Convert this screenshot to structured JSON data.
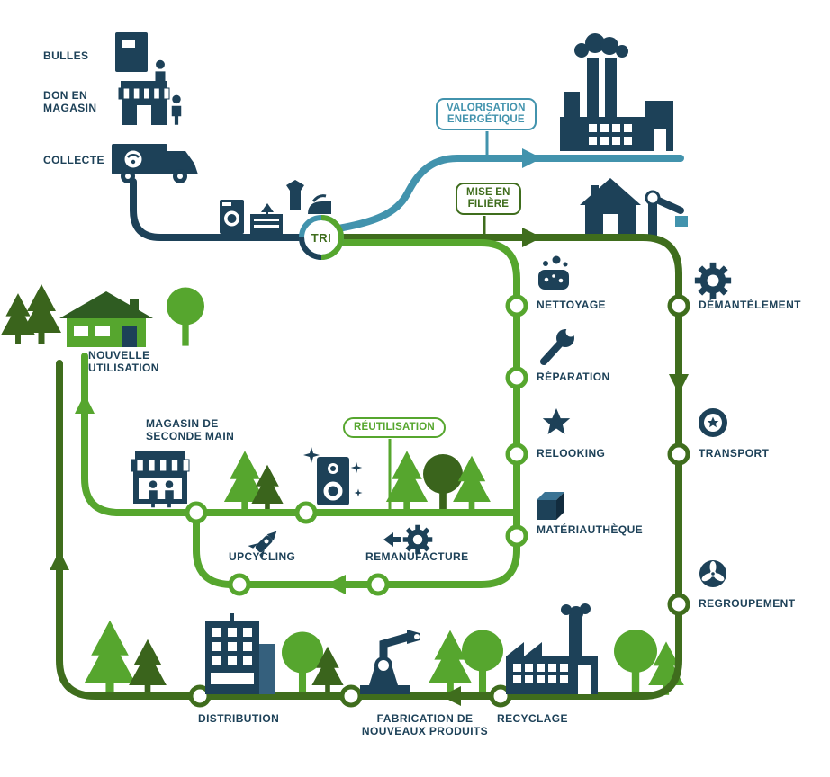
{
  "palette": {
    "navy": "#1d4158",
    "teal": "#4293ad",
    "dark_green": "#3f6d1d",
    "green": "#56a62e"
  },
  "tri": {
    "label": "TRI"
  },
  "collection": {
    "bulles": "BULLES",
    "don_en_magasin": "DON EN\nMAGASIN",
    "collecte": "COLLECTE"
  },
  "flow_tags": {
    "valorisation": "VALORISATION\nENERGÉTIQUE",
    "mise_en_filiere": "MISE EN\nFILIÈRE",
    "reutilisation": "RÉUTILISATION"
  },
  "filiere_steps": {
    "demantelement": "DÉMANTÈLEMENT",
    "transport": "TRANSPORT",
    "regroupement": "REGROUPEMENT",
    "recyclage": "RECYCLAGE",
    "fabrication": "FABRICATION DE\nNOUVEAUX PRODUITS",
    "distribution": "DISTRIBUTION"
  },
  "reuse_steps": {
    "nettoyage": "NETTOYAGE",
    "reparation": "RÉPARATION",
    "relooking": "RELOOKING",
    "materiautheque": "MATÉRIAUTHÈQUE",
    "remanufacture": "REMANUFACTURE",
    "upcycling": "UPCYCLING"
  },
  "destinations": {
    "nouvelle_utilisation": "NOUVELLE\nUTILISATION",
    "magasin_seconde_main": "MAGASIN DE\nSECONDE MAIN"
  },
  "icons": [
    "textile-bank-icon",
    "donation-store-icon",
    "collection-truck-icon",
    "washing-machine-icon",
    "dresser-icon",
    "shirt-icon",
    "iron-icon",
    "tri-badge",
    "energy-plant-icon",
    "smoke-icon",
    "dismantling-house-icon",
    "crane-icon",
    "gear-icon",
    "wheel-icon",
    "fan-icon",
    "sponge-icon",
    "wrench-icon",
    "star-icon",
    "cube-icon",
    "secondhand-shop-icon",
    "speaker-icon",
    "sparkle-icon",
    "rocket-icon",
    "remanufacture-gear-icon",
    "distribution-building-icon",
    "robot-arm-icon",
    "recycling-factory-icon",
    "house-icon",
    "pine-tree-icon",
    "round-tree-icon",
    "node-marker",
    "arrow-marker"
  ]
}
